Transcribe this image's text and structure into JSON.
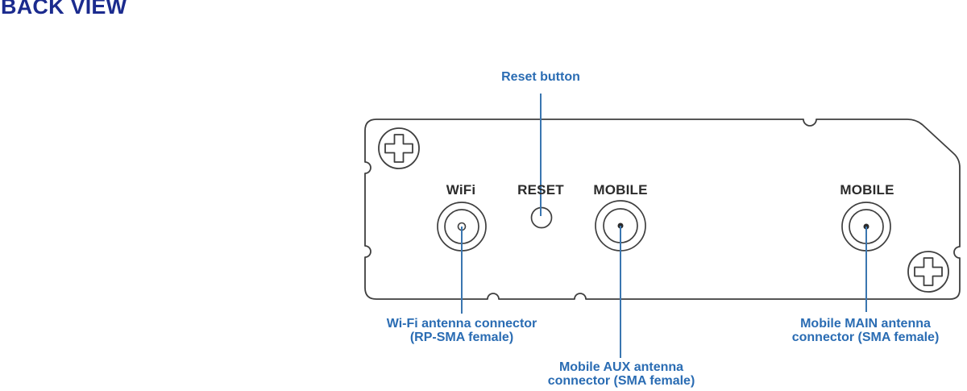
{
  "page": {
    "title": "BACK VIEW"
  },
  "colors": {
    "title_navy": "#1b2b8e",
    "callout_blue": "#2a6cb3",
    "leader_line_blue": "#3a76b0",
    "outline_gray": "#3f3f3f",
    "panel_text_dark": "#2b2b2b"
  },
  "panel_labels": {
    "wifi": "WiFi",
    "reset": "RESET",
    "mobile_aux": "MOBILE",
    "mobile_main": "MOBILE"
  },
  "callouts": {
    "reset": {
      "text": "Reset button"
    },
    "wifi": {
      "line1": "Wi-Fi antenna connector",
      "line2": "(RP-SMA female)"
    },
    "mobile_aux": {
      "line1": "Mobile AUX antenna",
      "line2": "connector (SMA female)"
    },
    "mobile_main": {
      "line1": "Mobile MAIN antenna",
      "line2": "connector (SMA female)"
    }
  },
  "icons": {
    "screw_top_left": "phillips-screw-icon",
    "screw_bottom_right": "phillips-screw-icon",
    "wifi_connector": "rp-sma-connector-icon",
    "mobile_aux_connector": "sma-connector-icon",
    "mobile_main_connector": "sma-connector-icon",
    "reset_button": "reset-hole-icon"
  }
}
